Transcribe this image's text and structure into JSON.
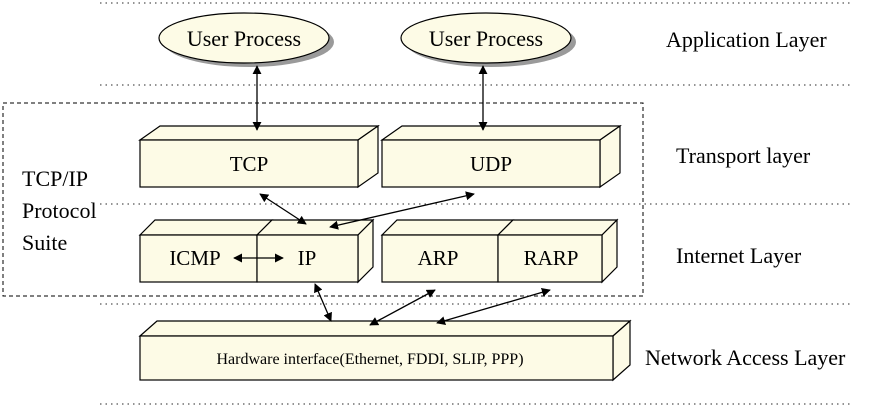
{
  "diagram": {
    "processes": {
      "left": "User Process",
      "right": "User Process"
    },
    "suite_label": [
      "TCP/IP",
      "Protocol",
      "Suite"
    ],
    "layers": {
      "application": "Application Layer",
      "transport": "Transport layer",
      "internet": "Internet Layer",
      "network_access": "Network Access Layer"
    },
    "boxes": {
      "tcp": "TCP",
      "udp": "UDP",
      "icmp": "ICMP",
      "ip": "IP",
      "arp": "ARP",
      "rarp": "RARP",
      "hardware": "Hardware interface(Ethernet, FDDI, SLIP, PPP)"
    },
    "colors": {
      "box_fill": "#fdfbe6",
      "line": "#000000",
      "ellipse_fill": "#fdfbe6"
    }
  }
}
